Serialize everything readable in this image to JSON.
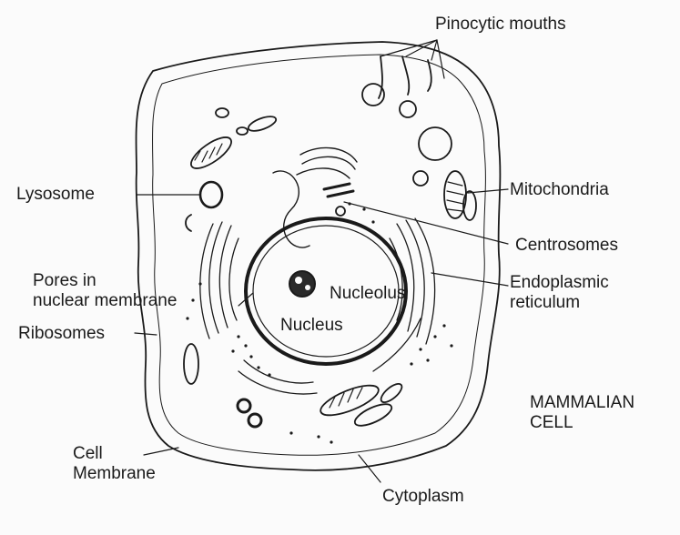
{
  "labels": {
    "pinocytic_mouths": "Pinocytic mouths",
    "lysosome": "Lysosome",
    "mitochondria": "Mitochondria",
    "centrosomes": "Centrosomes",
    "pores_line1": "Pores in",
    "pores_line2": "nuclear membrane",
    "endoplasmic_line1": "Endoplasmic",
    "endoplasmic_line2": "reticulum",
    "nucleolus": "Nucleolus",
    "nucleus": "Nucleus",
    "ribosomes": "Ribosomes",
    "mammalian_line1": "MAMMALIAN",
    "mammalian_line2": "CELL",
    "cell_membrane_line1": "Cell",
    "cell_membrane_line2": "Membrane",
    "cytoplasm": "Cytoplasm"
  },
  "colors": {
    "ink": "#1a1a1a",
    "paper": "#fbfbfb"
  }
}
